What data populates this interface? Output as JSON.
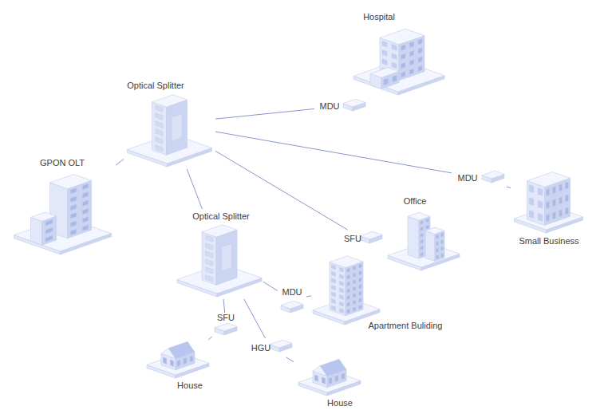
{
  "diagram": {
    "nodes": [
      {
        "text": [
          "Hospital"
        ]
      },
      {
        "text": [
          "Optical Splitter"
        ]
      },
      {
        "text": [
          "MDU"
        ]
      },
      {
        "text": [
          "GPON OLT"
        ]
      },
      {
        "text": [
          "MDU"
        ]
      },
      {
        "text": [
          "Small Business"
        ]
      },
      {
        "text": [
          "Office"
        ]
      },
      {
        "text": [
          "SFU"
        ]
      },
      {
        "text": [
          "Optical Splitter"
        ]
      },
      {
        "text": [
          "MDU"
        ]
      },
      {
        "text": [
          "Apartment Buliding"
        ]
      },
      {
        "text": [
          "SFU"
        ]
      },
      {
        "text": [
          "HGU"
        ]
      },
      {
        "text": [
          "House"
        ]
      },
      {
        "text": [
          "House"
        ]
      }
    ],
    "edges": [
      {
        "from": 3,
        "to": 1,
        "arrow": "none"
      },
      {
        "from": 1,
        "to": 2,
        "arrow": "none"
      },
      {
        "from": 1,
        "to": 4,
        "arrow": "none"
      },
      {
        "from": 1,
        "to": 7,
        "arrow": "none"
      },
      {
        "from": 1,
        "to": 8,
        "arrow": "none"
      },
      {
        "from": 2,
        "to": 0,
        "arrow": "none"
      },
      {
        "from": 4,
        "to": 5,
        "arrow": "none"
      },
      {
        "from": 7,
        "to": 6,
        "arrow": "none"
      },
      {
        "from": 8,
        "to": 9,
        "arrow": "none"
      },
      {
        "from": 8,
        "to": 11,
        "arrow": "none"
      },
      {
        "from": 8,
        "to": 12,
        "arrow": "none"
      },
      {
        "from": 9,
        "to": 10,
        "arrow": "none"
      },
      {
        "from": 11,
        "to": 13,
        "arrow": "none"
      },
      {
        "from": 12,
        "to": 14,
        "arrow": "none"
      }
    ]
  }
}
